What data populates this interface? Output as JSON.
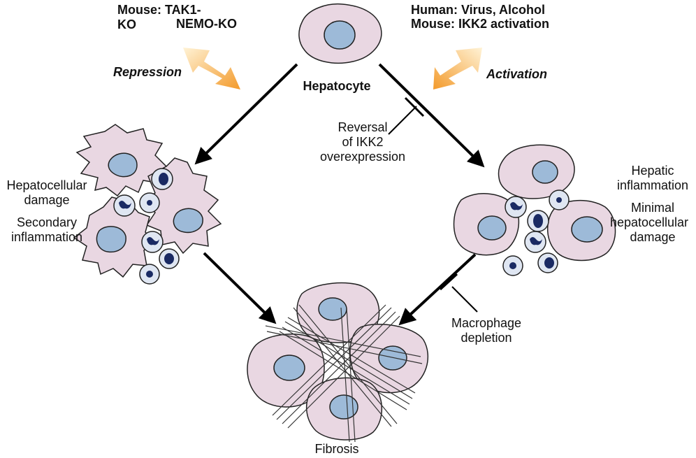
{
  "top_left": {
    "line1": "Mouse:  TAK1-KO",
    "line2": "NEMO-KO"
  },
  "top_right": {
    "line1": "Human: Virus, Alcohol",
    "line2": "Mouse:  IKK2 activation"
  },
  "repression": "Repression",
  "activation": "Activation",
  "hepatocyte": "Hepatocyte",
  "reversal": {
    "l1": "Reversal",
    "l2": "of IKK2",
    "l3": "overexpression"
  },
  "left_labels": {
    "damage1": "Hepatocellular",
    "damage2": "damage",
    "infl1": "Secondary",
    "infl2": "inflammation"
  },
  "right_labels": {
    "infl1": "Hepatic",
    "infl2": "inflammation",
    "dmg1": "Minimal",
    "dmg2": "hepatocellular",
    "dmg3": "damage"
  },
  "macrophage": {
    "l1": "Macrophage",
    "l2": "depletion"
  },
  "fibrosis": "Fibrosis",
  "colors": {
    "cell_fill": "#e9d7e2",
    "nucleus": "#9dbad8",
    "dark_nucleus": "#1a2a63",
    "arrow": "#f39a2b",
    "immune_fill": "#dfe6f2"
  }
}
